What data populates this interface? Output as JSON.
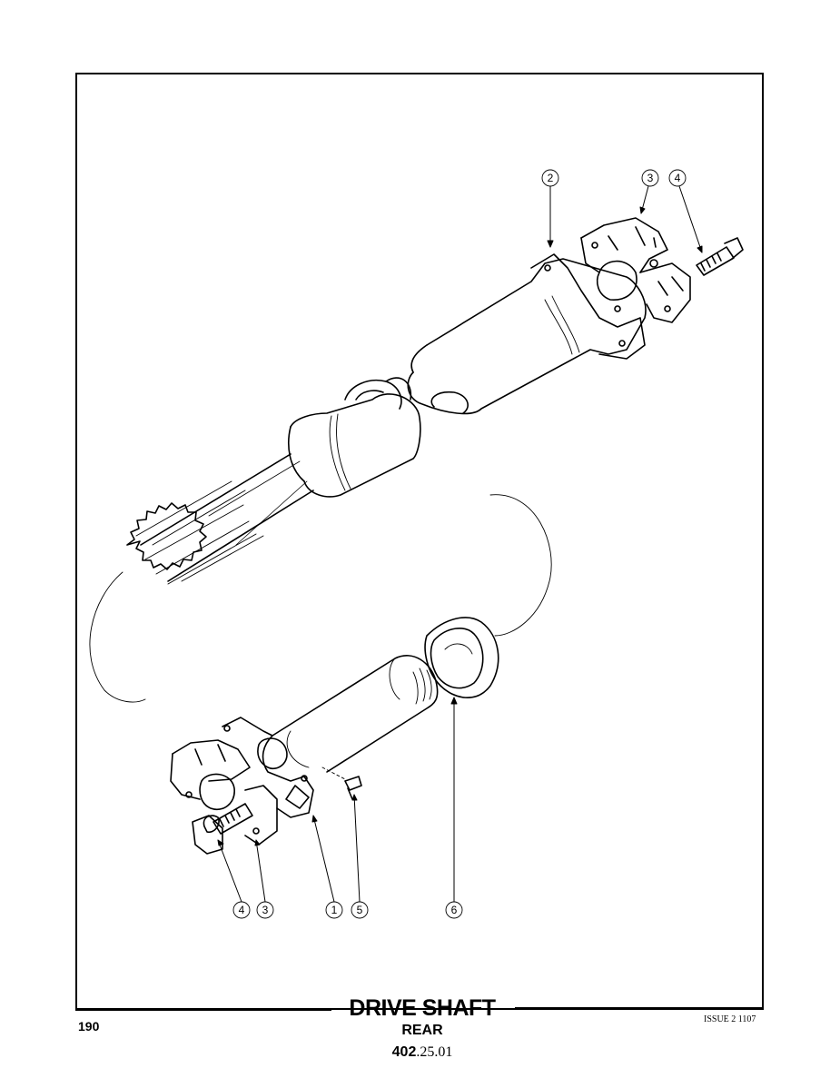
{
  "title": "DRIVE SHAFT",
  "subtitle": "REAR",
  "reference": {
    "prefix": "402",
    "suffix": ".25.01"
  },
  "page_number": "190",
  "issue": "ISSUE 2 1107",
  "callouts": {
    "c2_top": "2",
    "c3_top": "3",
    "c4_top": "4",
    "c4_bottom": "4",
    "c3_bottom": "3",
    "c1": "1",
    "c5": "5",
    "c6": "6"
  }
}
